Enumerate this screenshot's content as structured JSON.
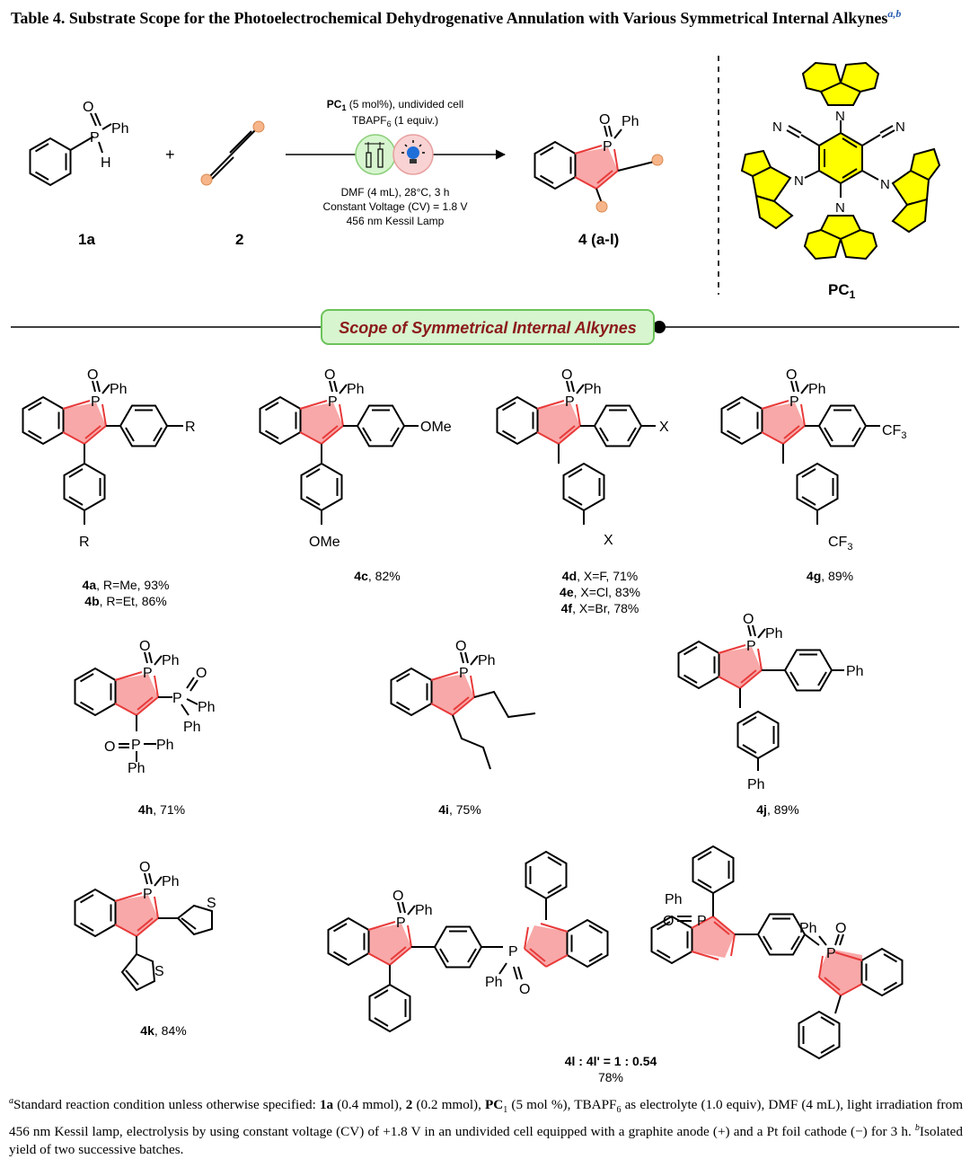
{
  "title": {
    "text": "Table 4. Substrate Scope for the Photoelectrochemical Dehydrogenative Annulation with Various Symmetrical Internal Alkynes",
    "footnote_marks": "a,b"
  },
  "reaction": {
    "reactant1_label": "1a",
    "reactant2_label": "2",
    "plus": "+",
    "product_label": "4 (a-l)",
    "cond_catalyst": "PC",
    "cond_catalyst_sub": "1",
    "cond_catalyst_rest": " (5 mol%), undivided cell",
    "cond_electrolyte": "TBAPF",
    "cond_electrolyte_sub": "6",
    "cond_electrolyte_rest": " (1 equiv.)",
    "cond_solvent": "DMF (4 mL), 28°C, 3 h",
    "cond_voltage": "Constant Voltage (CV) = 1.8 V",
    "cond_lamp": "456 nm Kessil Lamp",
    "pc_label": "PC",
    "pc_label_sub": "1"
  },
  "scope_banner": "Scope of Symmetrical Internal Alkynes",
  "atoms": {
    "P": "P",
    "O": "O",
    "H": "H",
    "N": "N",
    "S": "S",
    "Ph": "Ph",
    "R": "R",
    "X": "X",
    "OMe": "OMe",
    "CF3": "CF",
    "CF3_sub": "3"
  },
  "products": [
    {
      "id": "4a",
      "text": ", R=Me, 93%"
    },
    {
      "id": "4b",
      "text": ", R=Et, 86%"
    },
    {
      "id": "4c",
      "text": ", 82%"
    },
    {
      "id": "4d",
      "text": ", X=F, 71%"
    },
    {
      "id": "4e",
      "text": ", X=Cl, 83%"
    },
    {
      "id": "4f",
      "text": ", X=Br, 78%"
    },
    {
      "id": "4g",
      "text": ", 89%"
    },
    {
      "id": "4h",
      "text": ", 71%"
    },
    {
      "id": "4i",
      "text": ", 75%"
    },
    {
      "id": "4j",
      "text": ", 89%"
    },
    {
      "id": "4k",
      "text": ", 84%"
    }
  ],
  "product_4l": {
    "ratio": "4l : 4l' = 1 : 0.54",
    "yield": "78%"
  },
  "footnote": {
    "a_mark": "a",
    "a_text_1": "Standard reaction condition unless otherwise specified: ",
    "a_1a": "1a",
    "a_text_2": " (0.4 mmol), ",
    "a_2": "2",
    "a_text_3": " (0.2 mmol), ",
    "a_pc": "PC",
    "a_pc_sub": "1",
    "a_text_4": " (5 mol %), TBAPF",
    "a_tba_sub": "6",
    "a_text_5": " as electrolyte (1.0 equiv), DMF (4 mL), light irradiation from 456 nm Kessil lamp, electrolysis by using constant voltage (CV) of +1.8 V in an undivided cell equipped with a graphite anode (+) and a Pt foil cathode (−) for 3 h. ",
    "b_mark": "b",
    "b_text": "Isolated yield of two successive batches."
  },
  "colors": {
    "ring_fill": "#f8a8a8",
    "ring_edge": "#e83a3a",
    "carbazole": "#ffff00",
    "alkyne_dot": "#f7b58a",
    "banner_fill": "#d7f5cf",
    "banner_border": "#6cc35a",
    "banner_text": "#8b1a1a"
  }
}
